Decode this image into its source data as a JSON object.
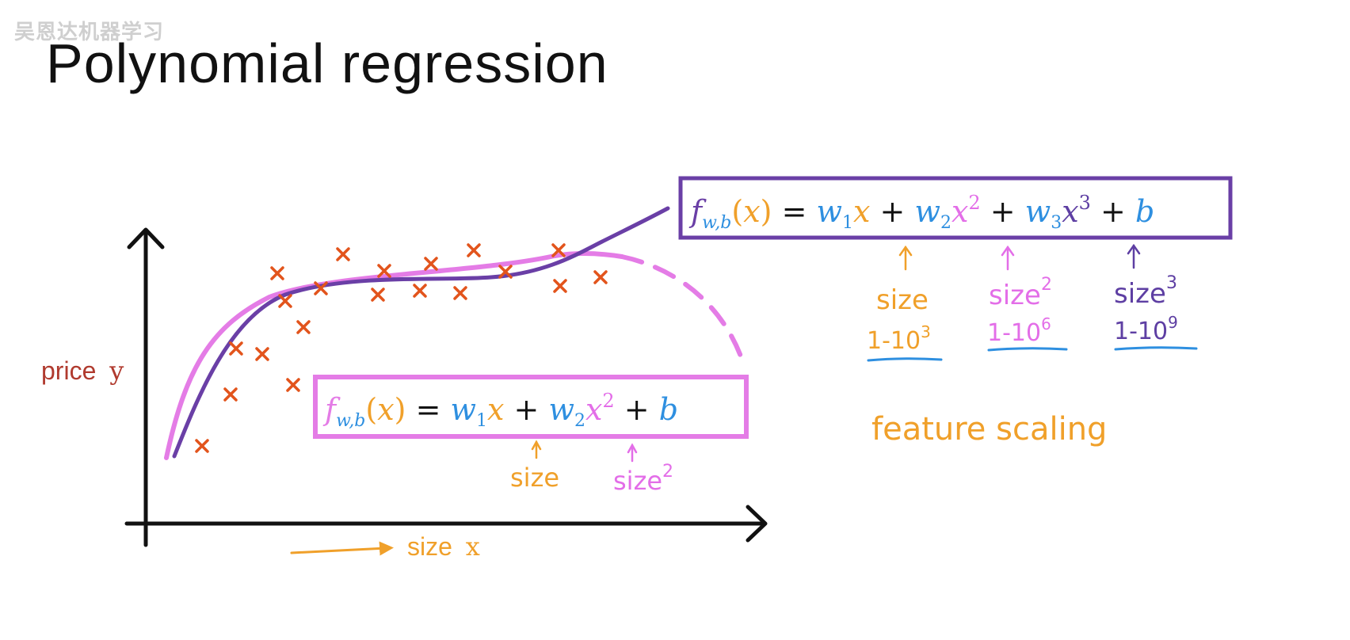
{
  "watermark": "吴恩达机器学习",
  "title": "Polynomial regression",
  "colors": {
    "axis": "#111111",
    "data_points": "#e2541c",
    "quadratic_curve": "#e47ce6",
    "cubic_curve": "#6a3fa6",
    "orange": "#f0a02a",
    "pink": "#e36ee8",
    "purple": "#5e3fa3",
    "blue": "#2e8fe0",
    "ylabel": "#b03a2e"
  },
  "axes": {
    "xlabel_word": "size",
    "xlabel_var": "x",
    "ylabel_word": "price",
    "ylabel_var": "y"
  },
  "chart_data": {
    "type": "scatter",
    "series": [
      {
        "values": [
          [
            255,
            563
          ],
          [
            291,
            498
          ],
          [
            298,
            440
          ],
          [
            331,
            447
          ],
          [
            360,
            380
          ],
          [
            383,
            413
          ],
          [
            350,
            345
          ],
          [
            370,
            486
          ],
          [
            405,
            364
          ],
          [
            433,
            321
          ],
          [
            477,
            372
          ],
          [
            485,
            342
          ],
          [
            530,
            367
          ],
          [
            544,
            333
          ],
          [
            581,
            370
          ],
          [
            598,
            316
          ],
          [
            638,
            343
          ],
          [
            705,
            316
          ],
          [
            707,
            361
          ],
          [
            758,
            350
          ]
        ]
      }
    ]
  },
  "formula_quadratic": {
    "f": "f",
    "sub_w": "w",
    "sub_comma_b": ",b",
    "lp": "(",
    "x": "x",
    "rp": ")",
    "eq": " = ",
    "w": "w",
    "one": "1",
    "plus": " + ",
    "two": "2",
    "sq": "2",
    "b": "b"
  },
  "formula_cubic": {
    "f": "f",
    "sub_w": "w",
    "sub_comma_b": ",b",
    "lp": "(",
    "x": "x",
    "rp": ")",
    "eq": " = ",
    "w": "w",
    "one": "1",
    "plus": " + ",
    "two": "2",
    "sq": "2",
    "three": "3",
    "cube": "3",
    "b": "b"
  },
  "annotations": {
    "size": "size",
    "size_sq_base": "size",
    "size_sq_exp": "2",
    "size_cube_base": "size",
    "size_cube_exp": "3",
    "range_base": "1-10",
    "range_exp_3": "3",
    "range_exp_6": "6",
    "range_exp_9": "9",
    "feature_scaling": "feature scaling"
  }
}
